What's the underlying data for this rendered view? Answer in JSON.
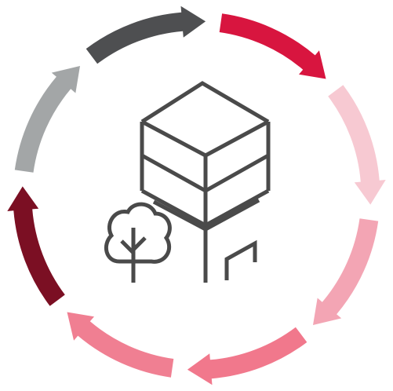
{
  "diagram": {
    "type": "cycle",
    "direction": "clockwise",
    "center_icon": "building-and-tree-icon",
    "icon_color": "#4a4a4a",
    "arrows": [
      {
        "name": "cycle-arrow-1",
        "color": "#d8153f"
      },
      {
        "name": "cycle-arrow-2",
        "color": "#f7c9d2"
      },
      {
        "name": "cycle-arrow-3",
        "color": "#f3a5b4"
      },
      {
        "name": "cycle-arrow-4",
        "color": "#f1788c"
      },
      {
        "name": "cycle-arrow-5",
        "color": "#f07f92"
      },
      {
        "name": "cycle-arrow-6",
        "color": "#7b0f23"
      },
      {
        "name": "cycle-arrow-7",
        "color": "#a3a6a7"
      },
      {
        "name": "cycle-arrow-8",
        "color": "#4e4f51"
      }
    ]
  }
}
